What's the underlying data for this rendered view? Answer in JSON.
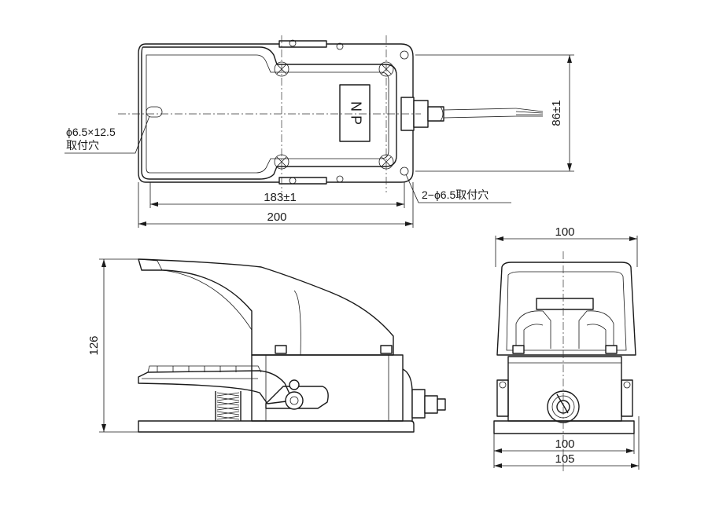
{
  "top_view": {
    "label_plate": "N P",
    "dims": {
      "slot_hole_1": "ϕ6.5×12.5",
      "slot_hole_2": "取付穴",
      "height": "86±1",
      "inner_width": "183±1",
      "total_width": "200",
      "mount_holes": "2−ϕ6.5取付穴"
    }
  },
  "side_view": {
    "dims": {
      "height": "126"
    }
  },
  "front_view": {
    "dims": {
      "top_width": "100",
      "bottom_inner": "100",
      "bottom_total": "105"
    }
  }
}
